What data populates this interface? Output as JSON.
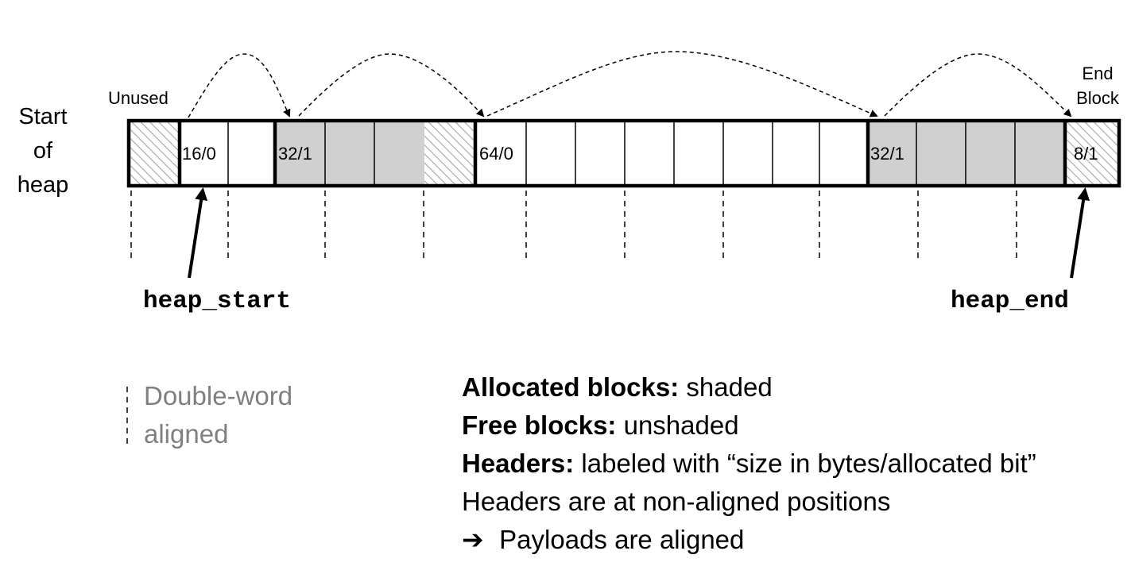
{
  "start_label": [
    "Start",
    "of",
    "heap"
  ],
  "unused_label": "Unused",
  "end_block_label": [
    "End",
    "Block"
  ],
  "blocks": [
    {
      "header": "16/0",
      "allocated": false,
      "words": 2
    },
    {
      "header": "32/1",
      "allocated": true,
      "words": 4
    },
    {
      "header": "64/0",
      "allocated": false,
      "words": 8
    },
    {
      "header": "32/1",
      "allocated": true,
      "words": 4
    },
    {
      "header": "8/1",
      "allocated": true,
      "words": 1
    }
  ],
  "pointers": {
    "heap_start": "heap_start",
    "heap_end": "heap_end"
  },
  "alignment_note": [
    "Double-word",
    "aligned"
  ],
  "legend": [
    {
      "bold": "Allocated blocks:",
      "text": " shaded"
    },
    {
      "bold": "Free blocks:",
      "text": " unshaded"
    },
    {
      "bold": "Headers:",
      "text": " labeled with “size in bytes/allocated bit”"
    },
    {
      "bold": "",
      "text": "Headers are at non-aligned positions"
    },
    {
      "bold": "",
      "arrow": "➔",
      "text": " Payloads are aligned"
    }
  ],
  "colors": {
    "allocated": "#d0d0d0",
    "free": "#ffffff",
    "hatch": "#a6a6a6",
    "note": "#808080"
  }
}
